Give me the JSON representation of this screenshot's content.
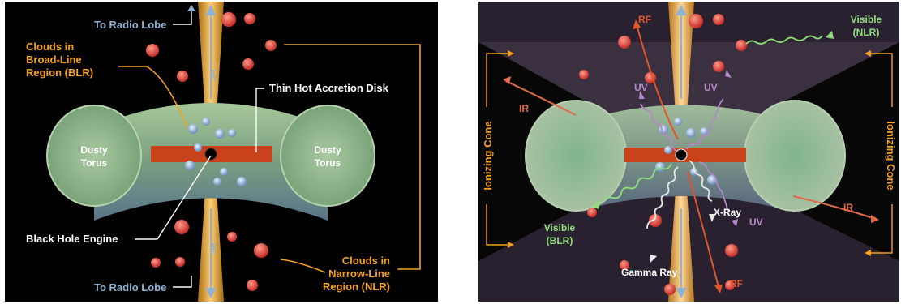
{
  "left": {
    "to_radio_lobe_top": "To Radio Lobe",
    "to_radio_lobe_bottom": "To Radio Lobe",
    "jet_top": "Jet",
    "jet_bottom": "Jet",
    "blr": [
      "Clouds in",
      "Broad-Line",
      "Region (BLR)"
    ],
    "accretion_disk": "Thin Hot Accretion Disk",
    "dusty_torus": [
      "Dusty",
      "Torus"
    ],
    "black_hole": "Black Hole Engine",
    "nlr": [
      "Clouds in",
      "Narrow-Line",
      "Region (NLR)"
    ]
  },
  "right": {
    "rf_top": "RF",
    "rf_bottom": "RF",
    "visible_nlr": [
      "Visible",
      "(NLR)"
    ],
    "visible_blr": [
      "Visible",
      "(BLR)"
    ],
    "ir_left": "IR",
    "ir_right": "IR",
    "uv_left": "UV",
    "uv_top": "UV",
    "uv_bottom": "UV",
    "xray": "X-Ray",
    "gamma_ray": "Gamma Ray",
    "ionizing_cone_left": "Ionizing Cone",
    "ionizing_cone_right": "Ionizing Cone"
  },
  "colors": {
    "label_orange": "#f4a21d",
    "label_white": "#ffffff",
    "jet_orange": "#f59a1e",
    "disk_red": "#c8431c",
    "torus_green": "#8fb58c",
    "cloud_red": "#d9453f",
    "cloud_blue": "#9bb7d8",
    "uv_purple": "#b488c8",
    "visible_green": "#8fdc7a",
    "rf_orange": "#e0552a",
    "ir_red": "#e06a4a",
    "arrow_blue": "#8fb2d2"
  }
}
